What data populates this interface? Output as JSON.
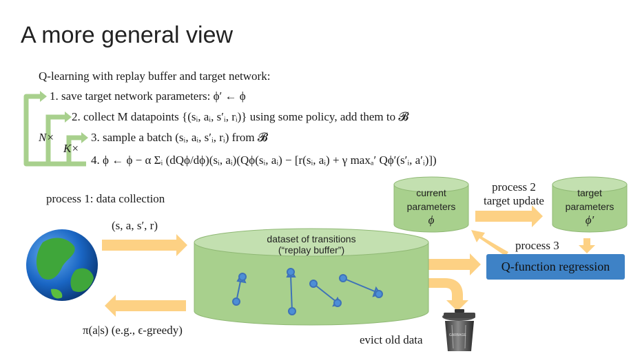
{
  "slide": {
    "title": "A more general view",
    "algo_header": "Q-learning with replay buffer and target network:",
    "steps": [
      "1. save target network parameters: ϕ′ ← ϕ",
      "2. collect M datapoints {(sᵢ, aᵢ, s′ᵢ, rᵢ)} using some policy, add them to 𝓑",
      "3. sample a batch (sᵢ, aᵢ, s′ᵢ, rᵢ) from 𝓑",
      "4. ϕ ← ϕ − α Σᵢ (dQϕ/dϕ)(sᵢ, aᵢ)(Qϕ(sᵢ, aᵢ) − [r(sᵢ, aᵢ) + γ maxₐ′ Qϕ′(s′ᵢ, a′ᵢ)])"
    ],
    "loop_labels": {
      "outer": "N×",
      "inner": "K×"
    }
  },
  "diagram": {
    "process1": "process 1: data collection",
    "transition_tuple": "(s, a, s′, r)",
    "policy_label": "π(a|s) (e.g., ϵ-greedy)",
    "buffer_line1": "dataset of transitions",
    "buffer_line2": "(“replay buffer”)",
    "current_line1": "current",
    "current_line2": "parameters",
    "current_symbol": "ϕ",
    "target_line1": "target",
    "target_line2": "parameters",
    "target_symbol": "ϕ′",
    "process2_line1": "process 2",
    "process2_line2": "target update",
    "process3": "process 3",
    "qreg": "Q-function regression",
    "evict": "evict old data",
    "trash_label": "GARBAGE"
  },
  "colors": {
    "green_fill": "#a8d08d",
    "green_stroke": "#8fb874",
    "arrow_orange": "#fdd184",
    "blue_box": "#3e82c6",
    "dot_blue": "#4d8fd6",
    "globe_ocean": "#1a66c4"
  },
  "icons": [
    "globe-icon",
    "trash-can-icon"
  ]
}
